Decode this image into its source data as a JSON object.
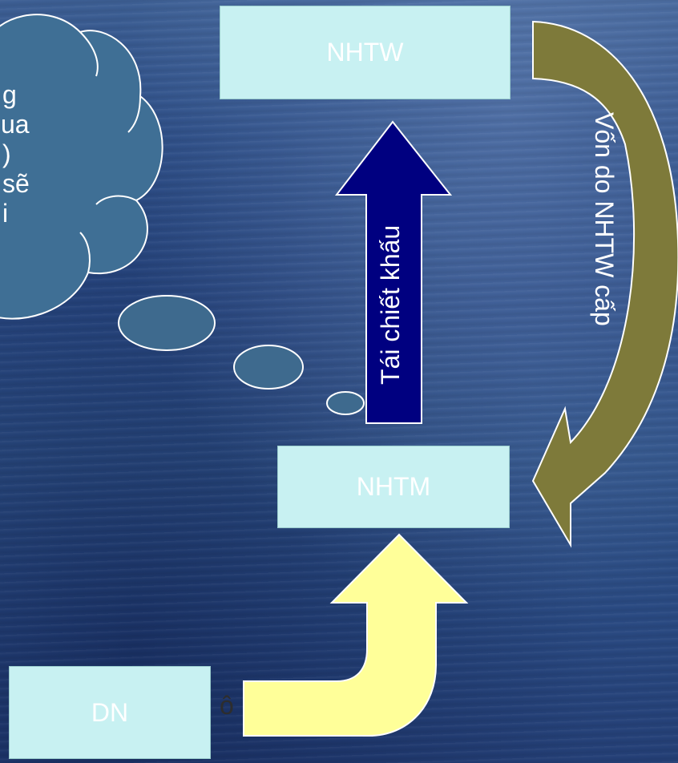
{
  "nodes": {
    "nhtw": "NHTW",
    "nhtm": "NHTM",
    "dn": "DN"
  },
  "arrows": {
    "right_label": "Vốn do NHTW cấp",
    "up_label": "Tái chiết khấu",
    "bottom_label": "ô"
  },
  "cloud": {
    "lines": [
      "g",
      "ua",
      ")",
      "sẽ",
      "i"
    ]
  },
  "colors": {
    "box_fill": "#c8f1f2",
    "up_arrow": "#000080",
    "curved_arrow": "#7e7a3a",
    "yellow_arrow": "#ffff99",
    "bubble": "#3e6a8e"
  }
}
